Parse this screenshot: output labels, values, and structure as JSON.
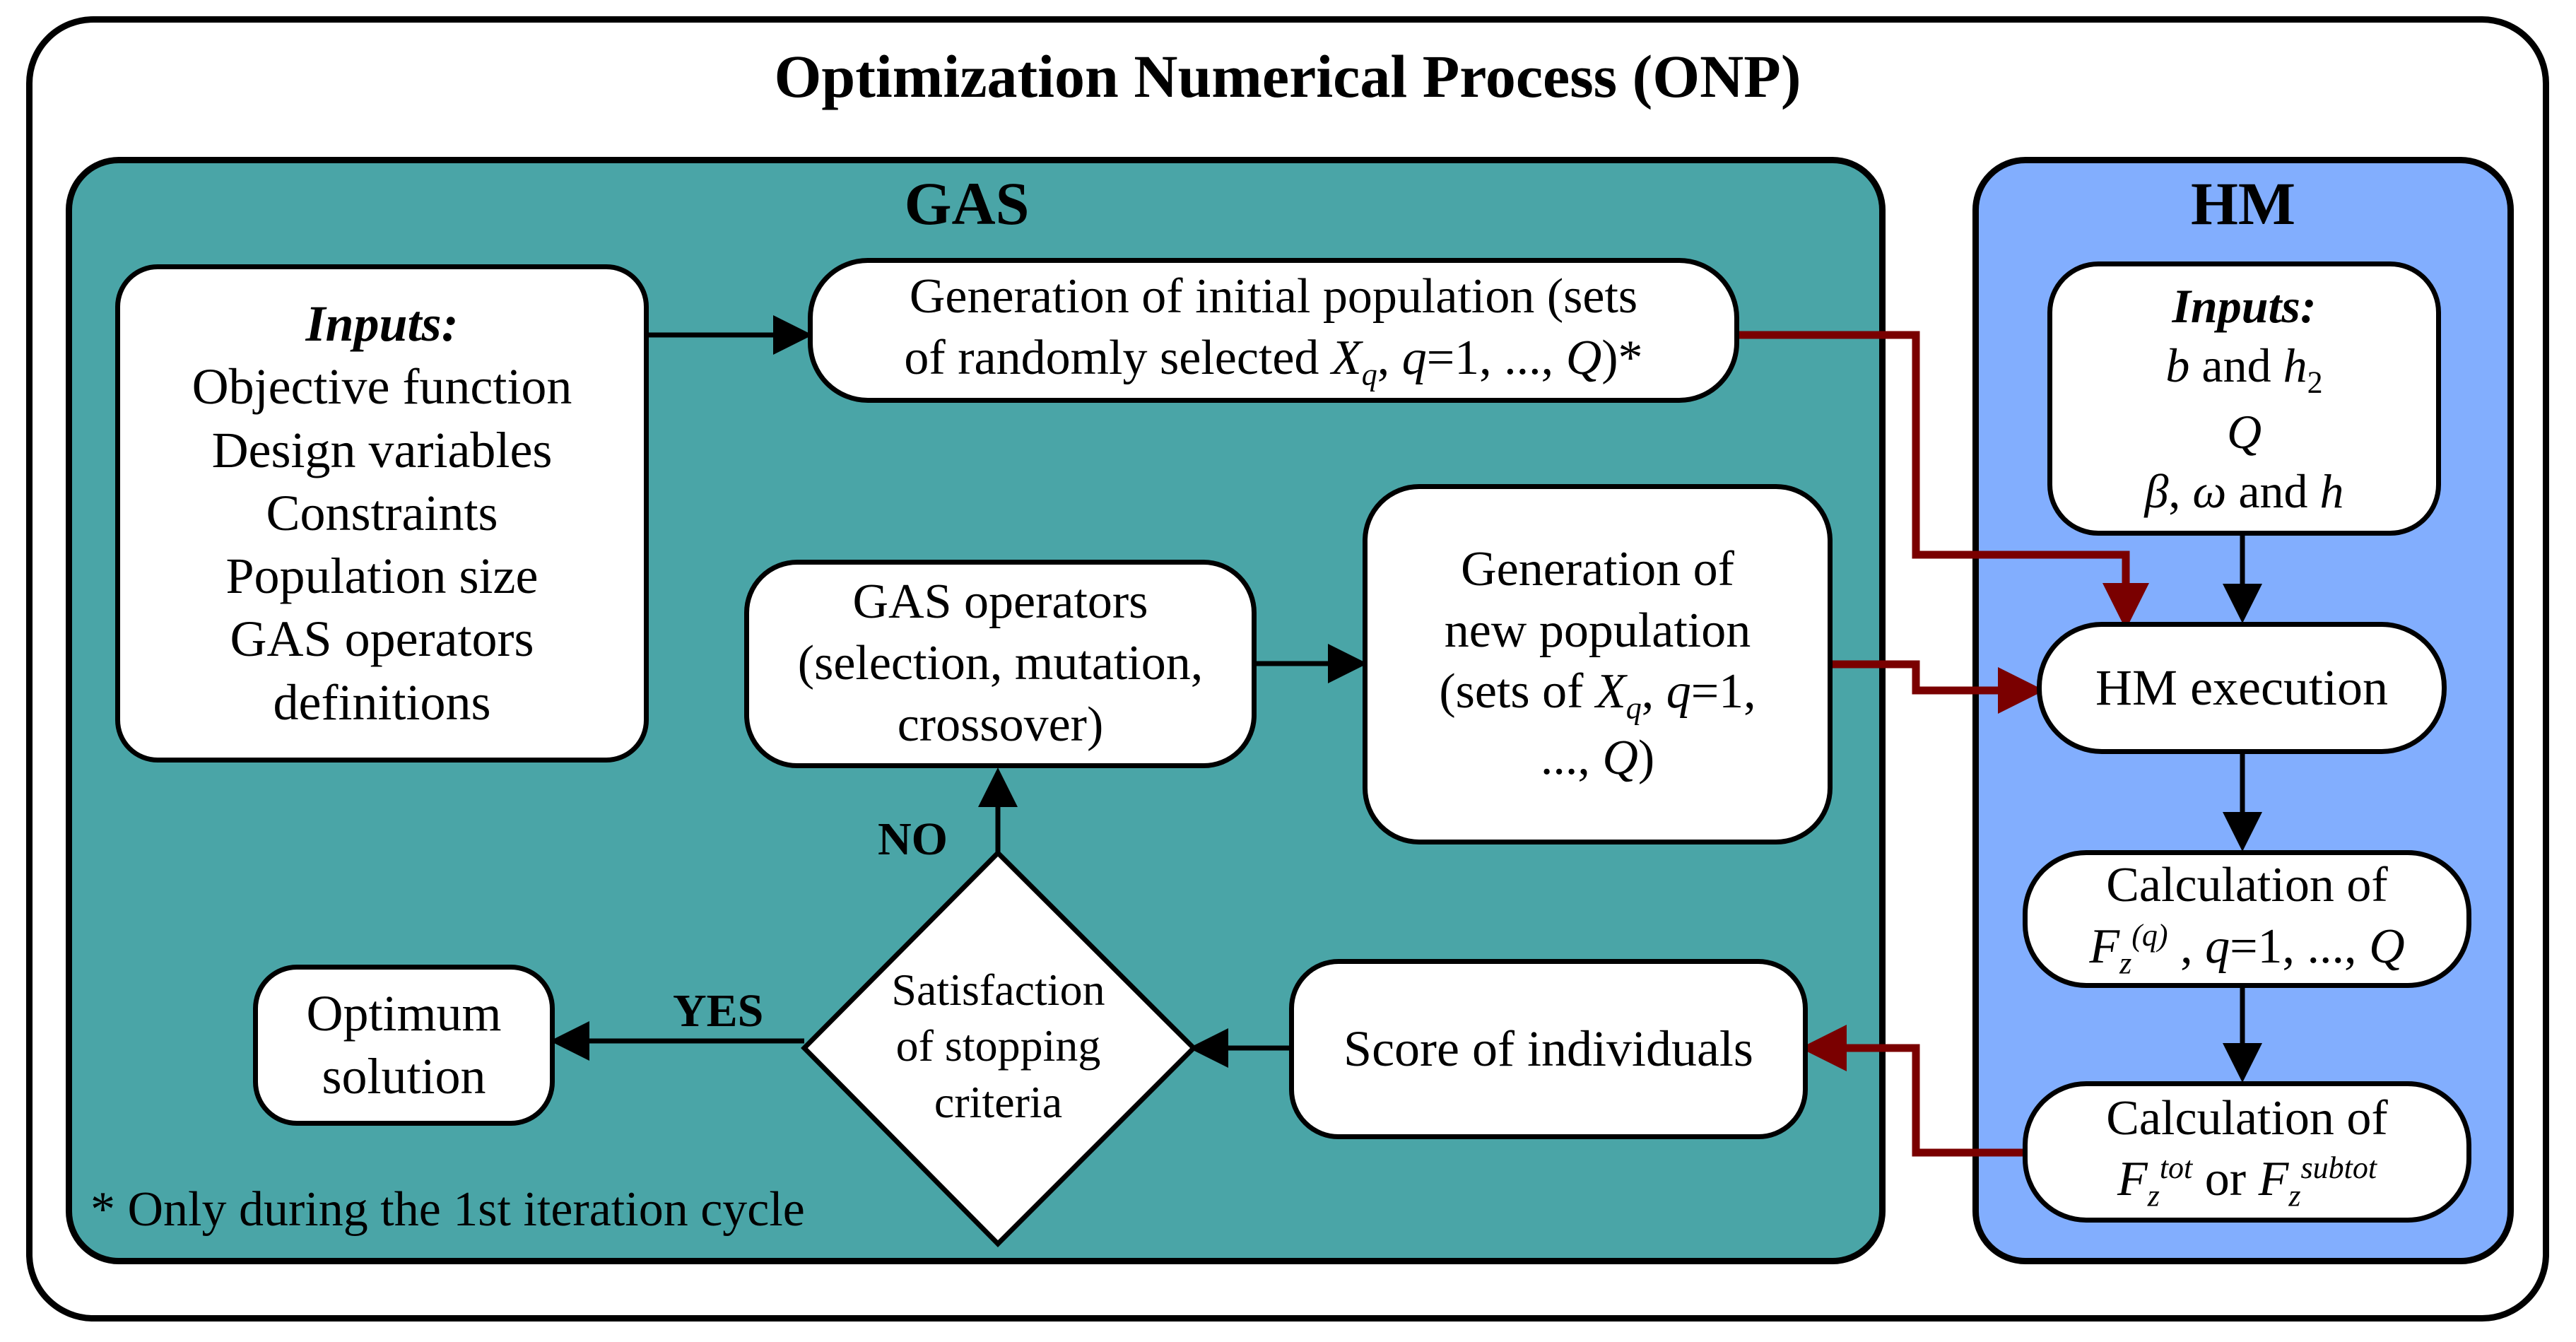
{
  "onp_title": "Optimization Numerical Process (ONP)",
  "gas": {
    "title": "GAS",
    "inputs": {
      "heading": "Inputs:",
      "items": [
        "Objective function",
        "Design variables",
        "Constraints",
        "Population size",
        "GAS operators",
        "definitions"
      ]
    },
    "initial_population": {
      "line1": "Generation of initial population (sets",
      "line2_pre": "of randomly selected ",
      "var": "X",
      "var_sub": "q",
      "line2_mid": ", ",
      "q": "q",
      "line2_post": "=1, ..., ",
      "Q": "Q",
      "line2_end": ")*"
    },
    "operators": {
      "line1": "GAS operators",
      "line2": "(selection, mutation,",
      "line3": "crossover)"
    },
    "new_population": {
      "line1": "Generation of",
      "line2": "new population",
      "line3_pre": "(sets of ",
      "var": "X",
      "var_sub": "q",
      "line3_mid": ", ",
      "q": "q",
      "line3_post": "=1,",
      "line4_pre": "..., ",
      "Q": "Q",
      "line4_end": ")"
    },
    "stopping": {
      "line1": "Satisfaction",
      "line2": "of stopping",
      "line3": "criteria"
    },
    "score": "Score of individuals",
    "optimum": {
      "line1": "Optimum",
      "line2": "solution"
    },
    "label_no": "NO",
    "label_yes": "YES",
    "note": "* Only during the 1st iteration cycle"
  },
  "hm": {
    "title": "HM",
    "inputs": {
      "heading": "Inputs:",
      "b": "b",
      "and1": " and ",
      "h": "h",
      "h_sub": "2",
      "Q": "Q",
      "beta": "β",
      "comma": ", ",
      "omega": "ω",
      "and2": " and ",
      "h2": "h"
    },
    "execution": "HM execution",
    "calc_fz": {
      "line1": "Calculation of",
      "F": "F",
      "F_sub": "z",
      "F_sup": "(q)",
      "mid": " , ",
      "q": "q",
      "post": "=1, ..., ",
      "Q": "Q"
    },
    "calc_tot": {
      "line1": "Calculation of",
      "F": "F",
      "F_sub": "z",
      "F_sup": "tot",
      "or": " or ",
      "F2": "F",
      "F2_sub": "z",
      "F2_sup": "subtot"
    }
  },
  "colors": {
    "gas_panel": "#4aa5a7",
    "hm_panel": "#82aefe",
    "data_arrow": "#7a0000",
    "flow_arrow": "#000000"
  }
}
